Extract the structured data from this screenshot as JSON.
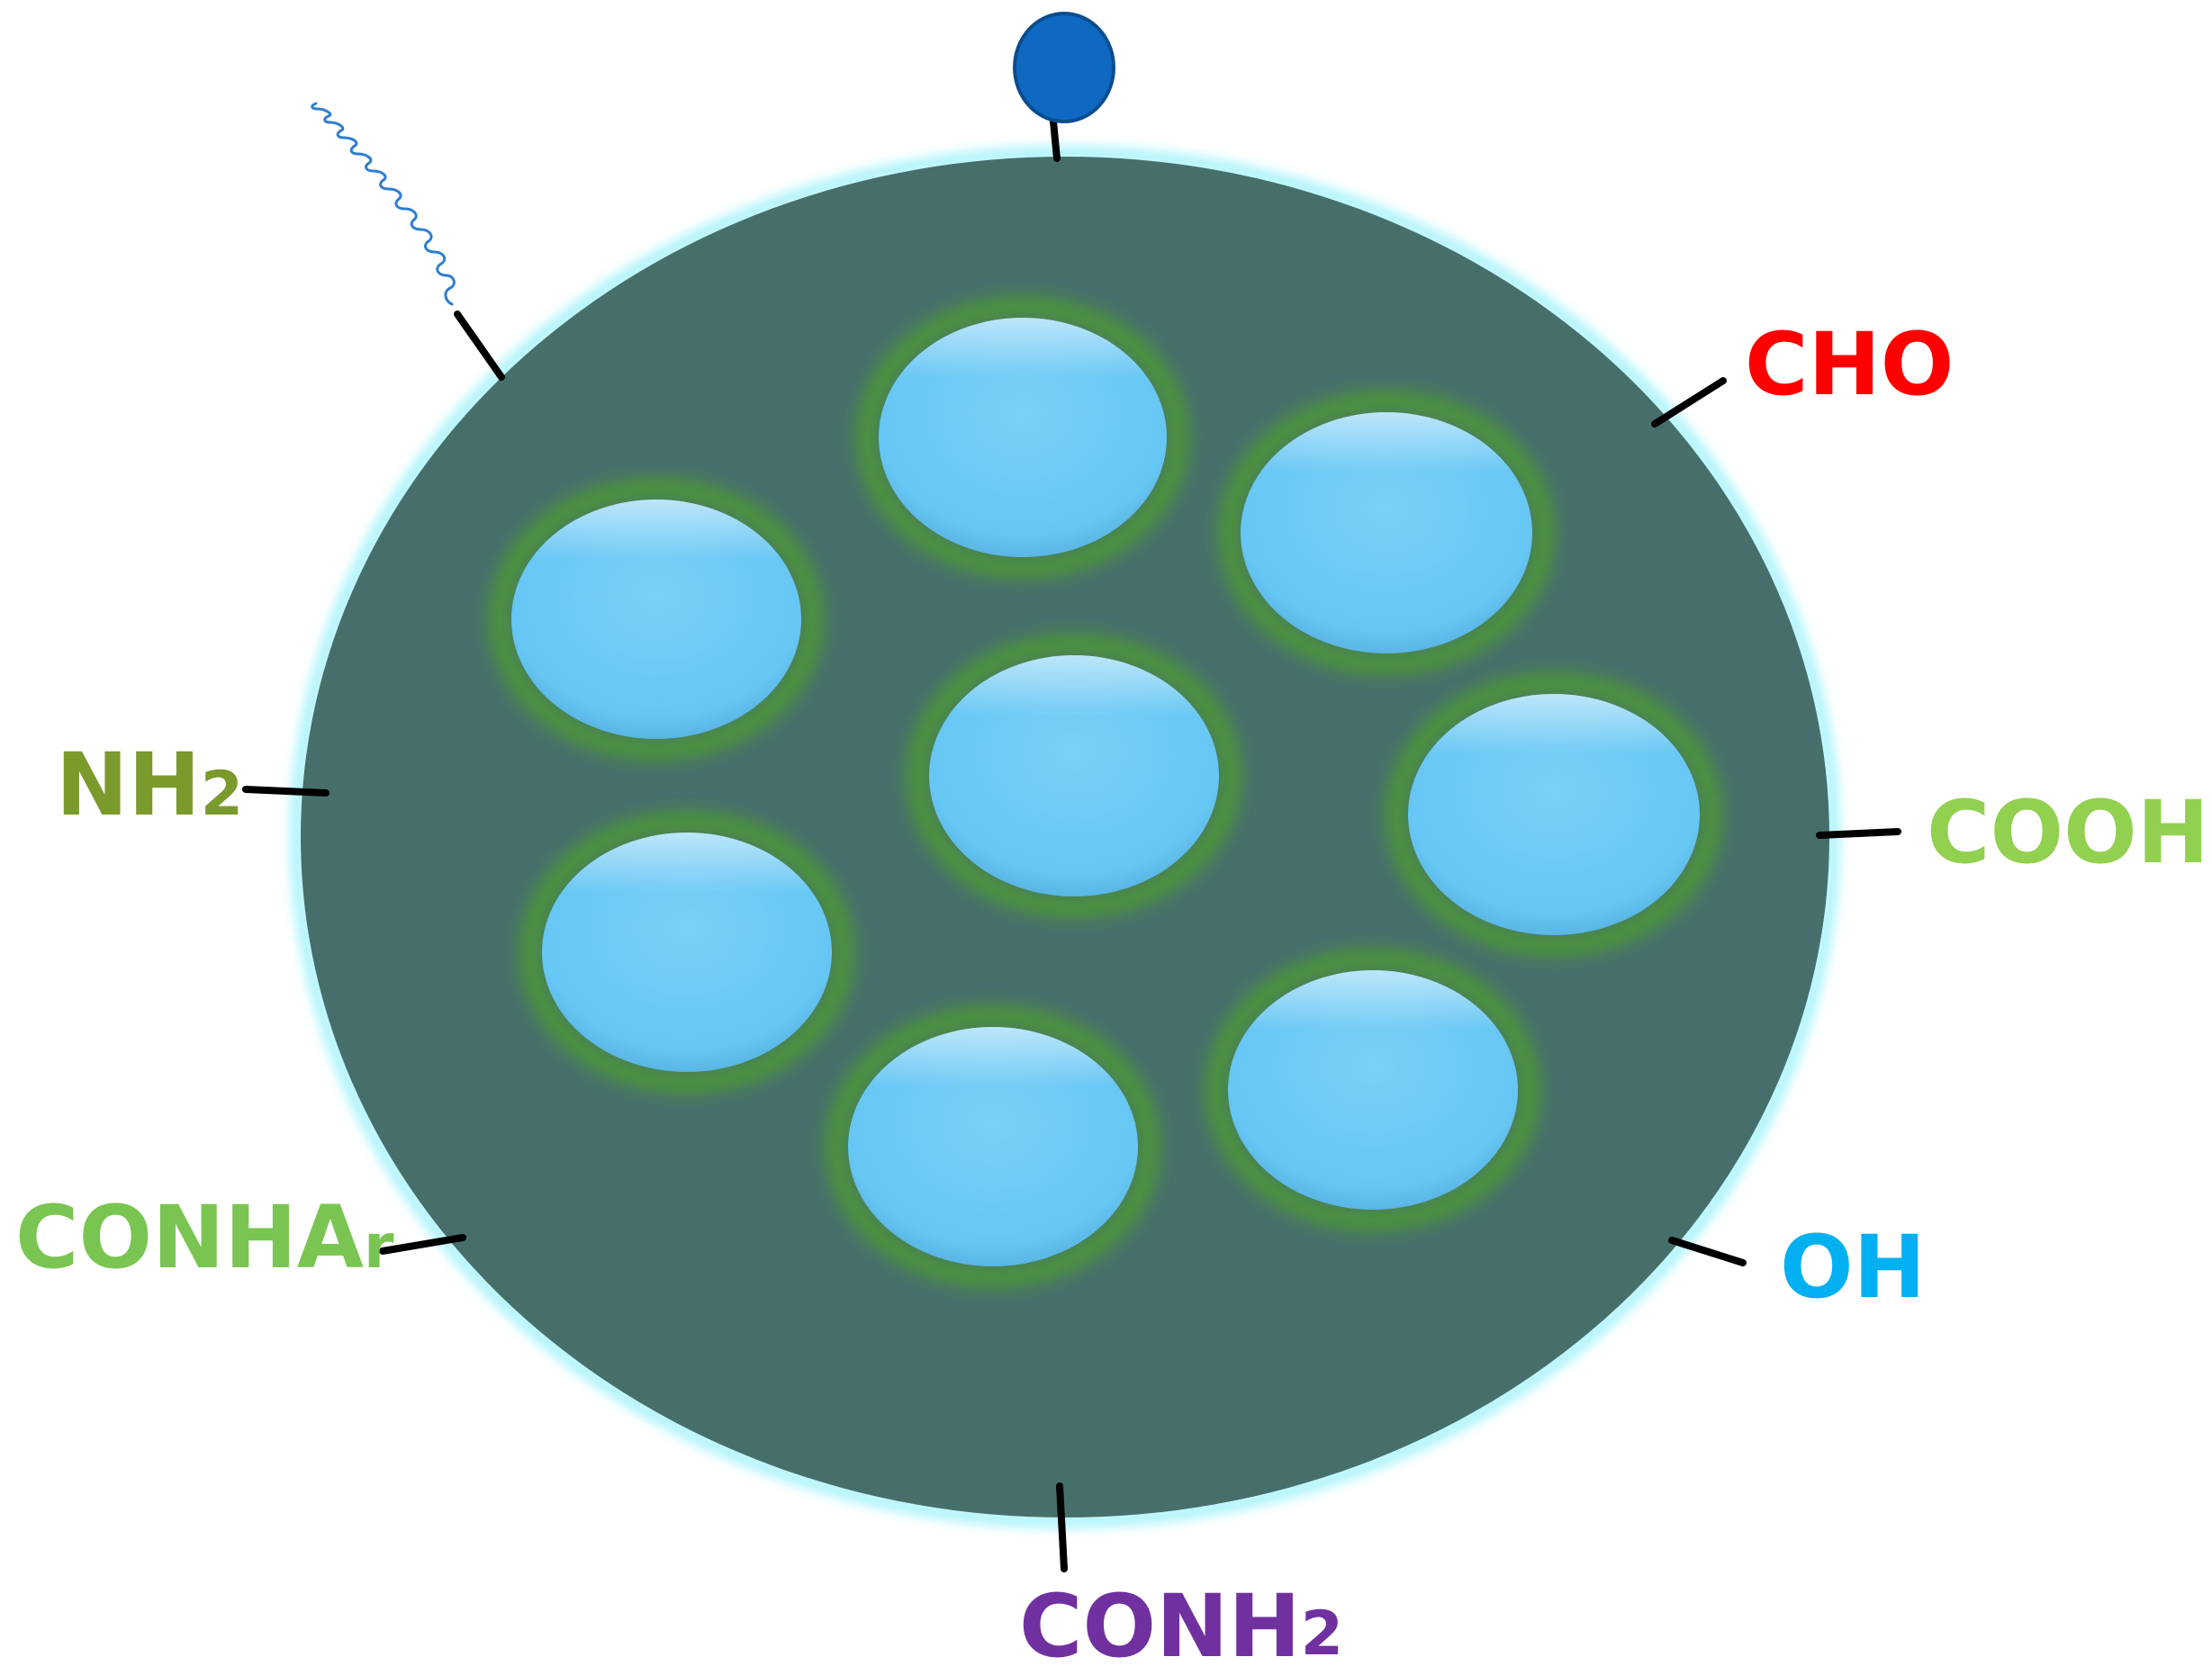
{
  "diagram": {
    "colors": {
      "particle": "#466f6c",
      "particle_rim": "#aef4fb",
      "pore_fill": "#66c6f4",
      "pore_ring": "#4d9a35",
      "bond": "#000000",
      "ligand_bead": "#0f69c3",
      "ligand_bead_outline": "#0a4d8f",
      "chain": "#2e7dd0"
    },
    "icons": {
      "bead": "ligand-bead-icon",
      "chain": "polymer-chain-icon"
    },
    "groups": [
      {
        "name": "CHO",
        "text": "CHO",
        "sub": "",
        "color": "#ff0000"
      },
      {
        "name": "COOH",
        "text": "COOH",
        "sub": "",
        "color": "#92d050"
      },
      {
        "name": "OH",
        "text": "OH",
        "sub": "",
        "color": "#00b0f0"
      },
      {
        "name": "CONH2",
        "text": "CONH",
        "sub": "2",
        "color": "#7030a0"
      },
      {
        "name": "CONHAr",
        "text": "CONHA",
        "sub": "r",
        "color": "#7ac552"
      },
      {
        "name": "NH2",
        "text": "NH",
        "sub": "2",
        "color": "#7b9a2c"
      }
    ]
  }
}
